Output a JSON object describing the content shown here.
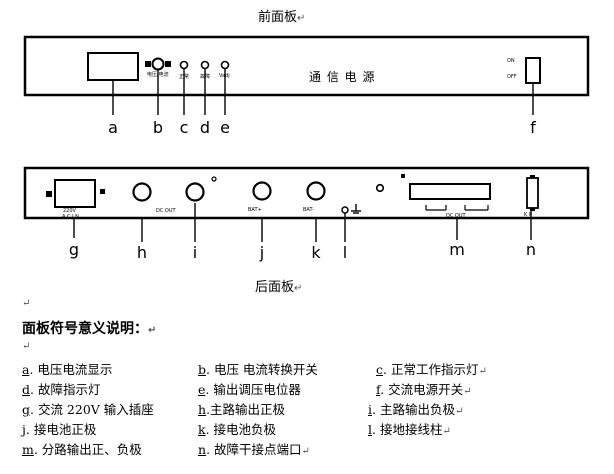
{
  "front_title": "前面板",
  "back_title": "后面板",
  "return_mark": "↵",
  "front_panel": {
    "name": "通 信 电 源",
    "switch_label_on": "ON",
    "switch_label_off": "OFF",
    "tiny_labels": [
      "电压/电流",
      "正常",
      "故障",
      "Vadj"
    ],
    "letters": [
      "a",
      "b",
      "c",
      "d",
      "e",
      "f"
    ]
  },
  "back_panel": {
    "ac_label": "220V",
    "ac_sub": "A C  I N",
    "dc_out_1": "DC OUT",
    "dc_out_2": "DC OUT",
    "bat_plus": "BAT+",
    "bat_minus": "BAT-",
    "ground_icon": "ground-icon",
    "n_label": "K  P",
    "letters": [
      "g",
      "h",
      "i",
      "j",
      "k",
      "l",
      "m",
      "n"
    ]
  },
  "legend_heading": "面板符号意义说明：",
  "legend": [
    [
      {
        "k": "a",
        "t": ". 电压电流显示"
      },
      {
        "k": "b",
        "t": ". 电压 电流转换开关"
      },
      {
        "k": "c",
        "t": ". 正常工作指示灯"
      }
    ],
    [
      {
        "k": "d",
        "t": ". 故障指示灯"
      },
      {
        "k": "e",
        "t": ". 输出调压电位器"
      },
      {
        "k": "f",
        "t": ". 交流电源开关"
      }
    ],
    [
      {
        "k": "g",
        "t": ". 交流 220V 输入插座"
      },
      {
        "k": "h",
        "t": ".主路输出正极"
      },
      {
        "k": "i",
        "t": ". 主路输出负极"
      }
    ],
    [
      {
        "k": "j",
        "t": ". 接电池正极"
      },
      {
        "k": "k",
        "t": ". 接电池负极"
      },
      {
        "k": "l",
        "t": ". 接地接线柱"
      }
    ],
    [
      {
        "k": "m",
        "t": ". 分路输出正、负极"
      },
      {
        "k": "n",
        "t": ". 故障干接点端口"
      },
      {
        "k": "",
        "t": ""
      }
    ]
  ]
}
